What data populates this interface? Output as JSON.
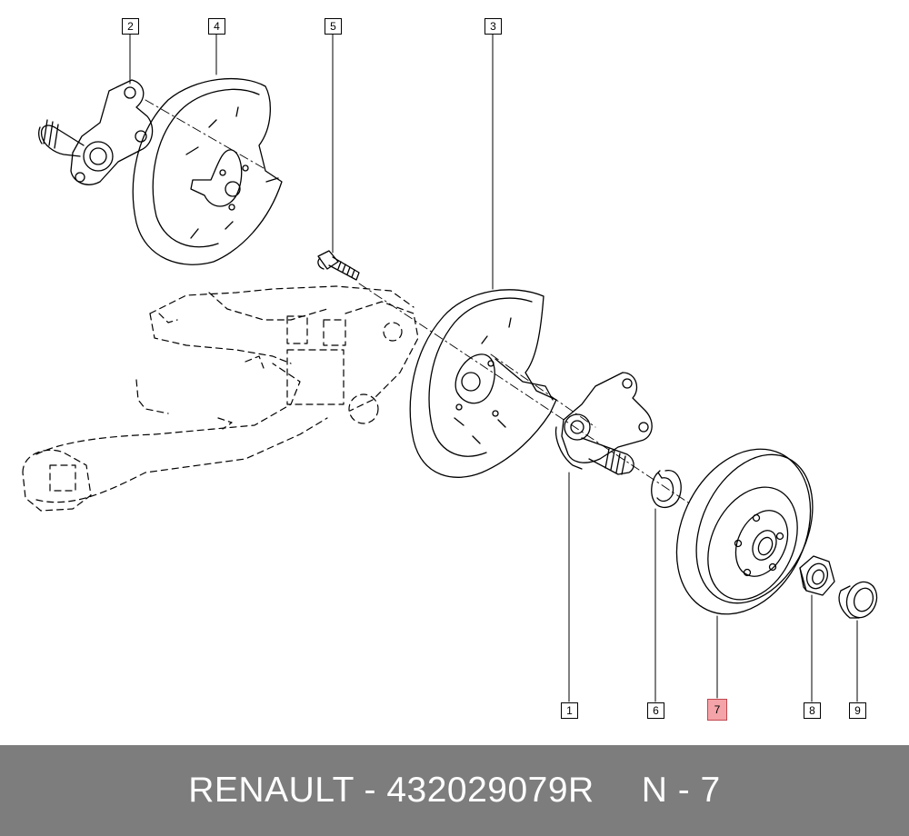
{
  "callouts": [
    {
      "id": "c2",
      "label": "2",
      "highlight": false
    },
    {
      "id": "c4",
      "label": "4",
      "highlight": false
    },
    {
      "id": "c5",
      "label": "5",
      "highlight": false
    },
    {
      "id": "c3",
      "label": "3",
      "highlight": false
    },
    {
      "id": "c1",
      "label": "1",
      "highlight": false
    },
    {
      "id": "c6",
      "label": "6",
      "highlight": false
    },
    {
      "id": "c7",
      "label": "7",
      "highlight": true
    },
    {
      "id": "c8",
      "label": "8",
      "highlight": false
    },
    {
      "id": "c9",
      "label": "9",
      "highlight": false
    }
  ],
  "footer": {
    "part_text": "RENAULT - 432029079R",
    "ref_text": "N - 7"
  },
  "colors": {
    "footer_bg": "#7d7d7d",
    "highlight_fill": "#f4a3a8",
    "highlight_border": "#c0474f",
    "line": "#000000"
  }
}
